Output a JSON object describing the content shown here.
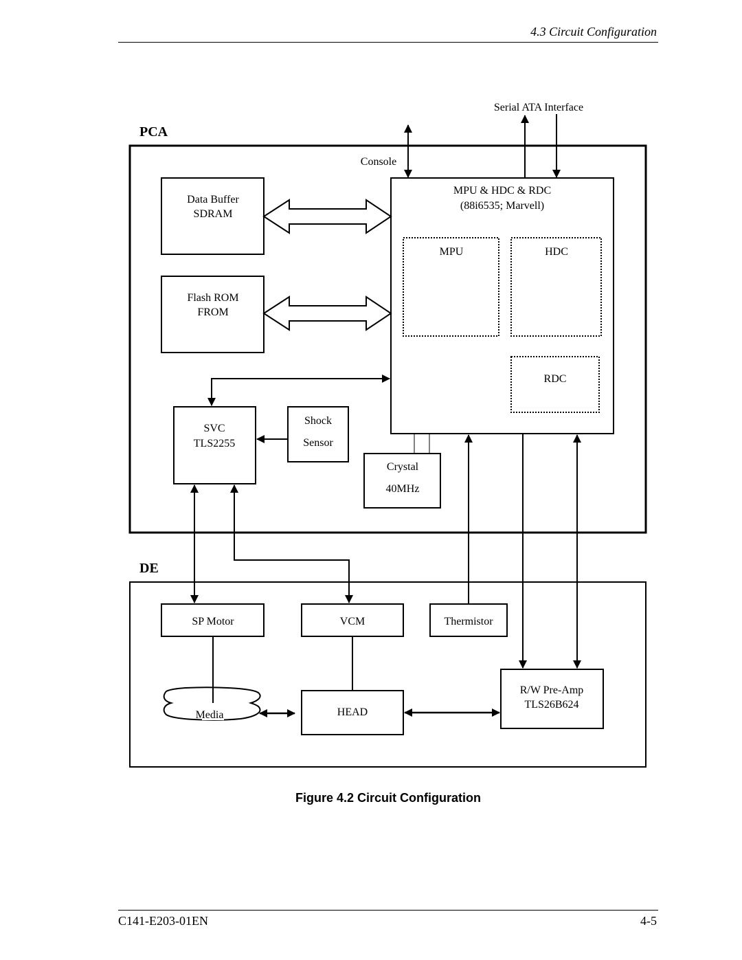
{
  "header": {
    "section": "4.3   Circuit Configuration"
  },
  "diagram": {
    "pca_label": "PCA",
    "de_label": "DE",
    "interface_label": "Serial ATA Interface",
    "console_label": "Console",
    "soc": {
      "line1": "MPU & HDC & RDC",
      "line2": "(88i6535; Marvell)"
    },
    "mpu": "MPU",
    "hdc": "HDC",
    "rdc": "RDC",
    "buffer": {
      "line1": "Data Buffer",
      "line2": "SDRAM"
    },
    "flash": {
      "line1": "Flash ROM",
      "line2": "FROM"
    },
    "svc": {
      "line1": "SVC",
      "line2": "TLS2255"
    },
    "shock": {
      "line1": "Shock",
      "line2": "Sensor"
    },
    "crystal": {
      "line1": "Crystal",
      "line2": "40MHz"
    },
    "sp_motor": "SP Motor",
    "vcm": "VCM",
    "thermistor": "Thermistor",
    "preamp": {
      "line1": "R/W Pre-Amp",
      "line2": "TLS26B624"
    },
    "media": "Media",
    "head": "HEAD"
  },
  "caption": "Figure 4.2  Circuit Configuration",
  "footer": {
    "doc_id": "C141-E203-01EN",
    "page": "4-5"
  }
}
